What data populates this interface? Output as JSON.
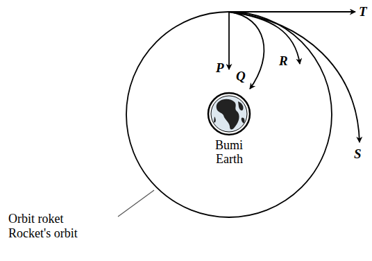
{
  "diagram": {
    "labels": [
      "P",
      "Q",
      "R",
      "S",
      "T",
      "Bumi",
      "Earth",
      "Orbit roket",
      "Rocket's orbit"
    ]
  }
}
